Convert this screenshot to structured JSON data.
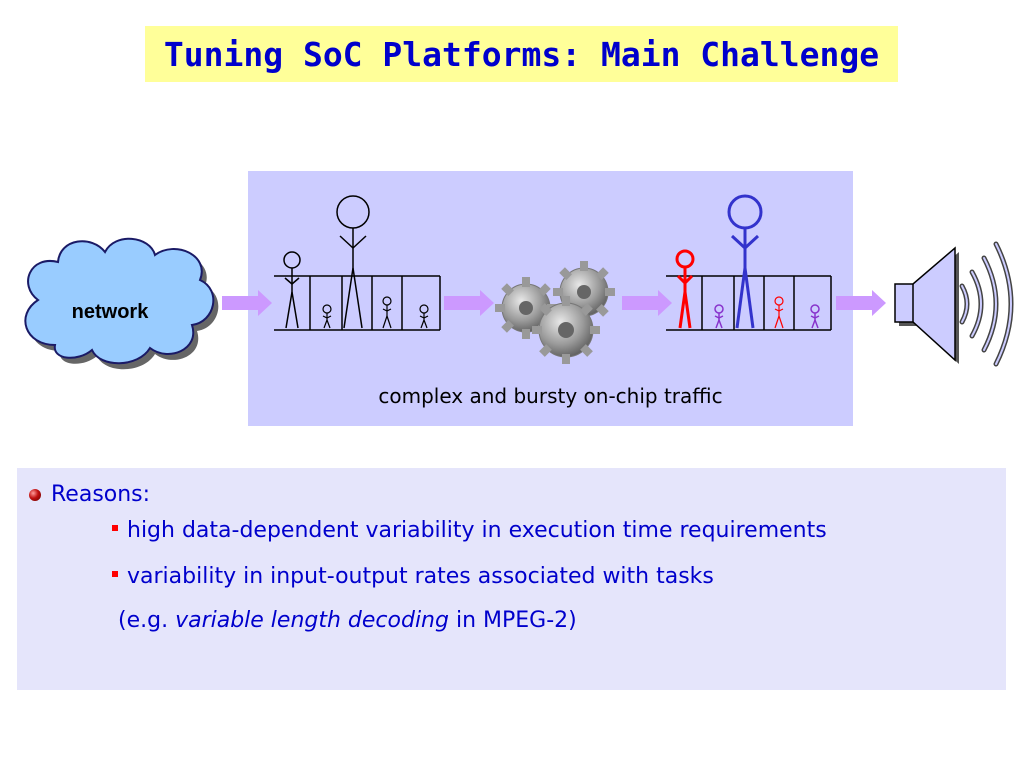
{
  "title": "Tuning SoC Platforms: Main Challenge",
  "diagram": {
    "network_label": "network",
    "caption": "complex and bursty on-chip traffic",
    "colors": {
      "panel": "#ccccff",
      "arrow": "#cc99ff",
      "cloud": "#99ccff",
      "red_figure": "#ff0000",
      "blue_figure": "#3333cc"
    },
    "icons": [
      "cloud-icon",
      "gears-icon",
      "speaker-icon",
      "stick-figure-icon"
    ]
  },
  "reasons": {
    "heading": "Reasons:",
    "items": [
      "high data-dependent variability in execution time requirements",
      "variability in input-output rates associated with tasks"
    ],
    "example": {
      "open": "(e.g. ",
      "emph": "variable length decoding",
      "rest": " in MPEG-2)"
    }
  }
}
